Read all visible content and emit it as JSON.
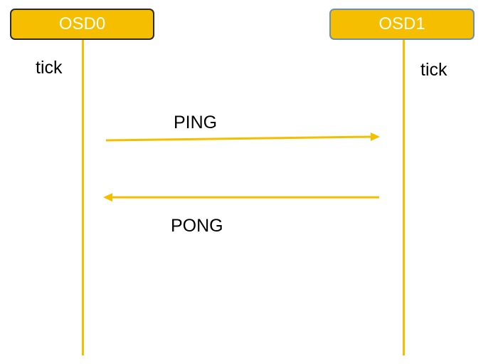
{
  "colors": {
    "accent": "#f5bf00",
    "box_text": "#ffffff"
  },
  "participants": [
    {
      "label": "OSD0",
      "annotation": "tick"
    },
    {
      "label": "OSD1",
      "annotation": "tick"
    }
  ],
  "messages": [
    {
      "label": "PING",
      "from": "OSD0",
      "to": "OSD1"
    },
    {
      "label": "PONG",
      "from": "OSD1",
      "to": "OSD0"
    }
  ]
}
